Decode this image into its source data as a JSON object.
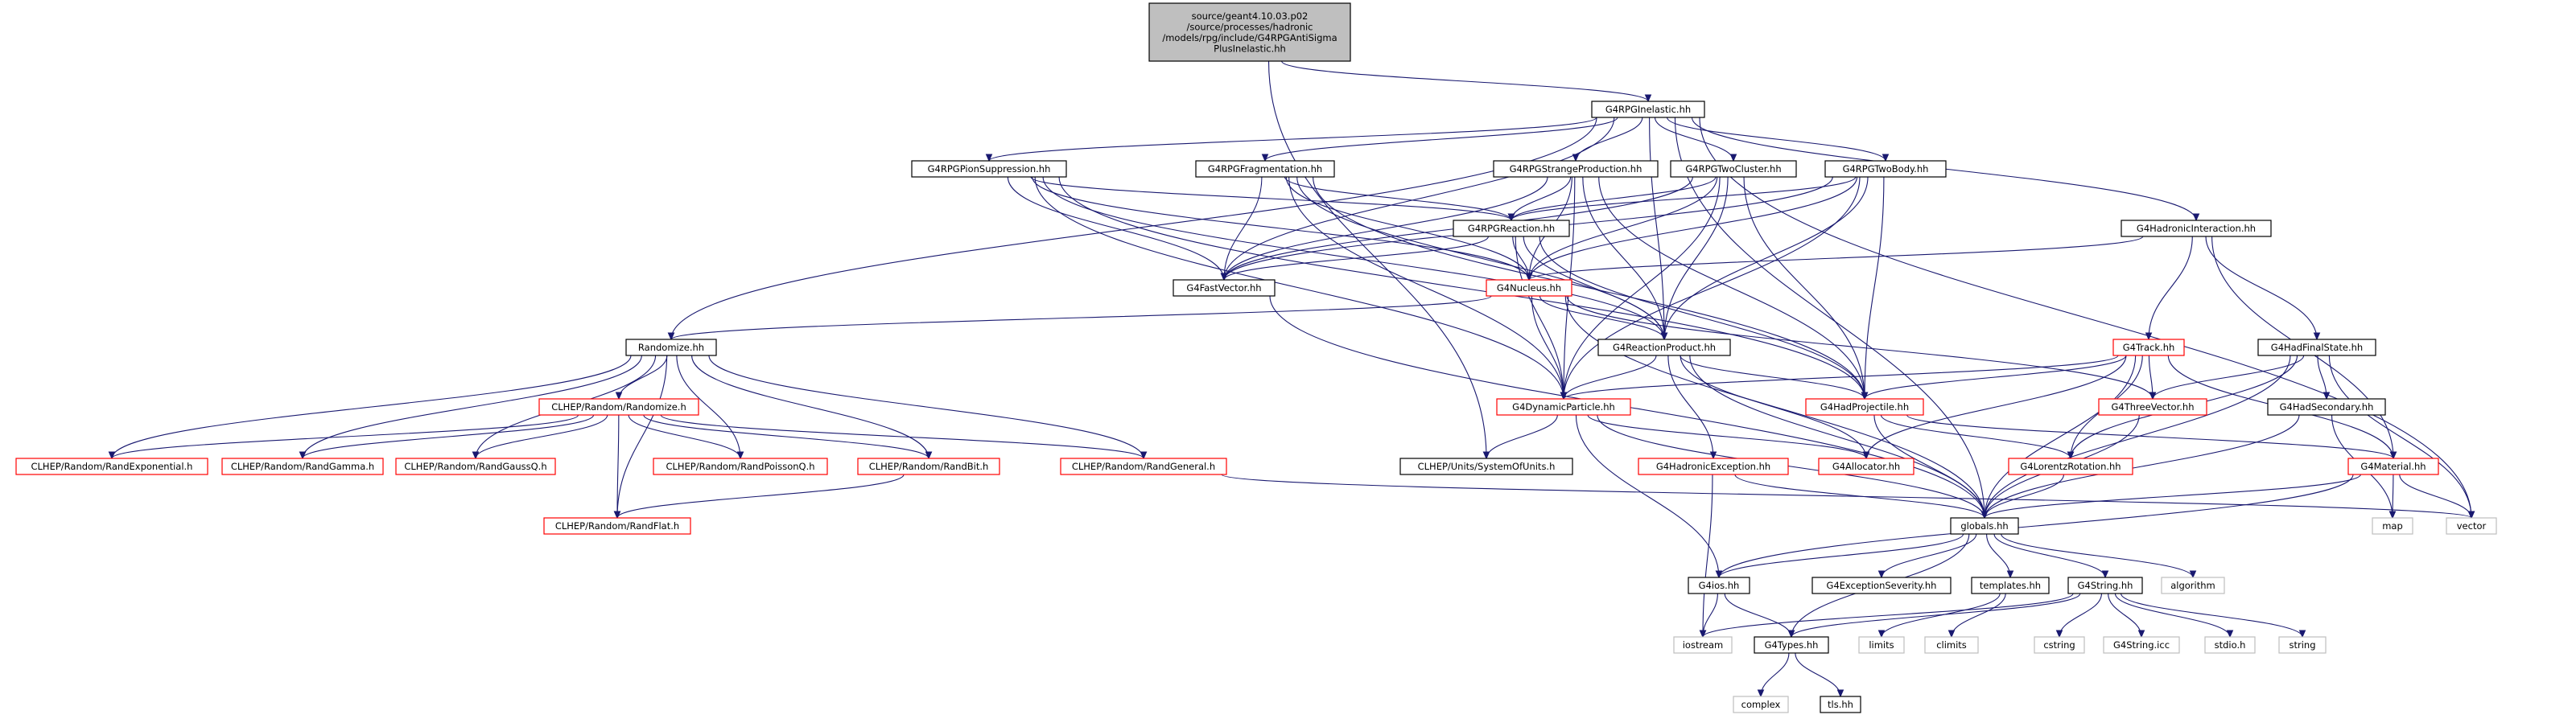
{
  "colors": {
    "edge": "#191970",
    "root_fill": "#bfbfbf",
    "default_border": "#000000",
    "documented_border": "#ff0000",
    "external_border": "#bfbfbf",
    "fill": "#ffffff"
  },
  "graph": {
    "nodes": [
      {
        "id": "root",
        "label": [
          "source/geant4.10.03.p02",
          "/source/processes/hadronic",
          "/models/rpg/include/G4RPGAntiSigma",
          "PlusInelastic.hh"
        ],
        "style": "root"
      },
      {
        "id": "inelastic",
        "label": [
          "G4RPGInelastic.hh"
        ],
        "style": "default"
      },
      {
        "id": "pionsupp",
        "label": [
          "G4RPGPionSuppression.hh"
        ],
        "style": "default"
      },
      {
        "id": "fragment",
        "label": [
          "G4RPGFragmentation.hh"
        ],
        "style": "default"
      },
      {
        "id": "strange",
        "label": [
          "G4RPGStrangeProduction.hh"
        ],
        "style": "default"
      },
      {
        "id": "twocluster",
        "label": [
          "G4RPGTwoCluster.hh"
        ],
        "style": "default"
      },
      {
        "id": "twobody",
        "label": [
          "G4RPGTwoBody.hh"
        ],
        "style": "default"
      },
      {
        "id": "reaction",
        "label": [
          "G4RPGReaction.hh"
        ],
        "style": "default"
      },
      {
        "id": "hadinter",
        "label": [
          "G4HadronicInteraction.hh"
        ],
        "style": "default"
      },
      {
        "id": "fastvector",
        "label": [
          "G4FastVector.hh"
        ],
        "style": "default"
      },
      {
        "id": "nucleus",
        "label": [
          "G4Nucleus.hh"
        ],
        "style": "red"
      },
      {
        "id": "randomize",
        "label": [
          "Randomize.hh"
        ],
        "style": "default"
      },
      {
        "id": "reactprod",
        "label": [
          "G4ReactionProduct.hh"
        ],
        "style": "default"
      },
      {
        "id": "track",
        "label": [
          "G4Track.hh"
        ],
        "style": "red"
      },
      {
        "id": "hadfinal",
        "label": [
          "G4HadFinalState.hh"
        ],
        "style": "default"
      },
      {
        "id": "clhepr",
        "label": [
          "CLHEP/Random/Randomize.h"
        ],
        "style": "red"
      },
      {
        "id": "dynpart",
        "label": [
          "G4DynamicParticle.hh"
        ],
        "style": "red"
      },
      {
        "id": "hadproj",
        "label": [
          "G4HadProjectile.hh"
        ],
        "style": "red"
      },
      {
        "id": "threevec",
        "label": [
          "G4ThreeVector.hh"
        ],
        "style": "red"
      },
      {
        "id": "hadsec",
        "label": [
          "G4HadSecondary.hh"
        ],
        "style": "default"
      },
      {
        "id": "randexp",
        "label": [
          "CLHEP/Random/RandExponential.h"
        ],
        "style": "red"
      },
      {
        "id": "randgamma",
        "label": [
          "CLHEP/Random/RandGamma.h"
        ],
        "style": "red"
      },
      {
        "id": "randgaussq",
        "label": [
          "CLHEP/Random/RandGaussQ.h"
        ],
        "style": "red"
      },
      {
        "id": "randpoisson",
        "label": [
          "CLHEP/Random/RandPoissonQ.h"
        ],
        "style": "red"
      },
      {
        "id": "randbit",
        "label": [
          "CLHEP/Random/RandBit.h"
        ],
        "style": "red"
      },
      {
        "id": "randgeneral",
        "label": [
          "CLHEP/Random/RandGeneral.h"
        ],
        "style": "red"
      },
      {
        "id": "sysunits",
        "label": [
          "CLHEP/Units/SystemOfUnits.h"
        ],
        "style": "default"
      },
      {
        "id": "hadexc",
        "label": [
          "G4HadronicException.hh"
        ],
        "style": "red"
      },
      {
        "id": "allocator",
        "label": [
          "G4Allocator.hh"
        ],
        "style": "red"
      },
      {
        "id": "lorentz",
        "label": [
          "G4LorentzRotation.hh"
        ],
        "style": "red"
      },
      {
        "id": "material",
        "label": [
          "G4Material.hh"
        ],
        "style": "red"
      },
      {
        "id": "randflat",
        "label": [
          "CLHEP/Random/RandFlat.h"
        ],
        "style": "red"
      },
      {
        "id": "globals",
        "label": [
          "globals.hh"
        ],
        "style": "default"
      },
      {
        "id": "map",
        "label": [
          "map"
        ],
        "style": "gray"
      },
      {
        "id": "vector",
        "label": [
          "vector"
        ],
        "style": "gray"
      },
      {
        "id": "g4ios",
        "label": [
          "G4ios.hh"
        ],
        "style": "default"
      },
      {
        "id": "excsev",
        "label": [
          "G4ExceptionSeverity.hh"
        ],
        "style": "default"
      },
      {
        "id": "templates",
        "label": [
          "templates.hh"
        ],
        "style": "default"
      },
      {
        "id": "g4string",
        "label": [
          "G4String.hh"
        ],
        "style": "default"
      },
      {
        "id": "algorithm",
        "label": [
          "algorithm"
        ],
        "style": "gray"
      },
      {
        "id": "iostream",
        "label": [
          "iostream"
        ],
        "style": "gray"
      },
      {
        "id": "g4types",
        "label": [
          "G4Types.hh"
        ],
        "style": "default"
      },
      {
        "id": "limits",
        "label": [
          "limits"
        ],
        "style": "gray"
      },
      {
        "id": "climits",
        "label": [
          "climits"
        ],
        "style": "gray"
      },
      {
        "id": "cstring",
        "label": [
          "cstring"
        ],
        "style": "gray"
      },
      {
        "id": "g4stringicc",
        "label": [
          "G4String.icc"
        ],
        "style": "gray"
      },
      {
        "id": "stdio",
        "label": [
          "stdio.h"
        ],
        "style": "gray"
      },
      {
        "id": "string",
        "label": [
          "string"
        ],
        "style": "gray"
      },
      {
        "id": "complex",
        "label": [
          "complex"
        ],
        "style": "gray"
      },
      {
        "id": "tlshh",
        "label": [
          "tls.hh"
        ],
        "style": "default"
      }
    ],
    "edges": [
      [
        "root",
        "inelastic"
      ],
      [
        "root",
        "sysunits"
      ],
      [
        "inelastic",
        "pionsupp"
      ],
      [
        "inelastic",
        "fragment"
      ],
      [
        "inelastic",
        "strange"
      ],
      [
        "inelastic",
        "twocluster"
      ],
      [
        "inelastic",
        "twobody"
      ],
      [
        "inelastic",
        "hadinter"
      ],
      [
        "inelastic",
        "fastvector"
      ],
      [
        "inelastic",
        "randomize"
      ],
      [
        "inelastic",
        "reactprod"
      ],
      [
        "inelastic",
        "globals"
      ],
      [
        "inelastic",
        "vector"
      ],
      [
        "pionsupp",
        "reaction"
      ],
      [
        "pionsupp",
        "fastvector"
      ],
      [
        "pionsupp",
        "nucleus"
      ],
      [
        "pionsupp",
        "reactprod"
      ],
      [
        "pionsupp",
        "dynpart"
      ],
      [
        "pionsupp",
        "hadproj"
      ],
      [
        "fragment",
        "reaction"
      ],
      [
        "fragment",
        "fastvector"
      ],
      [
        "fragment",
        "nucleus"
      ],
      [
        "fragment",
        "reactprod"
      ],
      [
        "fragment",
        "dynpart"
      ],
      [
        "fragment",
        "hadproj"
      ],
      [
        "strange",
        "reaction"
      ],
      [
        "strange",
        "fastvector"
      ],
      [
        "strange",
        "nucleus"
      ],
      [
        "strange",
        "reactprod"
      ],
      [
        "strange",
        "dynpart"
      ],
      [
        "strange",
        "hadproj"
      ],
      [
        "twocluster",
        "reaction"
      ],
      [
        "twocluster",
        "fastvector"
      ],
      [
        "twocluster",
        "nucleus"
      ],
      [
        "twocluster",
        "reactprod"
      ],
      [
        "twocluster",
        "dynpart"
      ],
      [
        "twocluster",
        "hadproj"
      ],
      [
        "twobody",
        "reaction"
      ],
      [
        "twobody",
        "fastvector"
      ],
      [
        "twobody",
        "nucleus"
      ],
      [
        "twobody",
        "reactprod"
      ],
      [
        "twobody",
        "dynpart"
      ],
      [
        "twobody",
        "hadproj"
      ],
      [
        "reaction",
        "fastvector"
      ],
      [
        "reaction",
        "nucleus"
      ],
      [
        "reaction",
        "reactprod"
      ],
      [
        "reaction",
        "dynpart"
      ],
      [
        "reaction",
        "hadproj"
      ],
      [
        "hadinter",
        "nucleus"
      ],
      [
        "hadinter",
        "track"
      ],
      [
        "hadinter",
        "hadfinal"
      ],
      [
        "hadinter",
        "material"
      ],
      [
        "fastvector",
        "globals"
      ],
      [
        "nucleus",
        "randomize"
      ],
      [
        "nucleus",
        "reactprod"
      ],
      [
        "nucleus",
        "dynpart"
      ],
      [
        "nucleus",
        "threevec"
      ],
      [
        "nucleus",
        "globals"
      ],
      [
        "randomize",
        "clhepr"
      ],
      [
        "randomize",
        "randexp"
      ],
      [
        "randomize",
        "randgamma"
      ],
      [
        "randomize",
        "randgaussq"
      ],
      [
        "randomize",
        "randpoisson"
      ],
      [
        "randomize",
        "randbit"
      ],
      [
        "randomize",
        "randgeneral"
      ],
      [
        "randomize",
        "randflat"
      ],
      [
        "clhepr",
        "randexp"
      ],
      [
        "clhepr",
        "randgamma"
      ],
      [
        "clhepr",
        "randgaussq"
      ],
      [
        "clhepr",
        "randpoisson"
      ],
      [
        "clhepr",
        "randbit"
      ],
      [
        "clhepr",
        "randgeneral"
      ],
      [
        "clhepr",
        "randflat"
      ],
      [
        "randbit",
        "randflat"
      ],
      [
        "randgeneral",
        "vector"
      ],
      [
        "reactprod",
        "dynpart"
      ],
      [
        "reactprod",
        "hadproj"
      ],
      [
        "reactprod",
        "hadexc"
      ],
      [
        "reactprod",
        "allocator"
      ],
      [
        "reactprod",
        "globals"
      ],
      [
        "track",
        "dynpart"
      ],
      [
        "track",
        "hadproj"
      ],
      [
        "track",
        "threevec"
      ],
      [
        "track",
        "allocator"
      ],
      [
        "track",
        "lorentz"
      ],
      [
        "track",
        "material"
      ],
      [
        "track",
        "globals"
      ],
      [
        "hadfinal",
        "threevec"
      ],
      [
        "hadfinal",
        "hadsec"
      ],
      [
        "hadfinal",
        "lorentz"
      ],
      [
        "hadfinal",
        "globals"
      ],
      [
        "hadfinal",
        "vector"
      ],
      [
        "hadsec",
        "globals"
      ],
      [
        "hadsec",
        "map"
      ],
      [
        "dynpart",
        "sysunits"
      ],
      [
        "dynpart",
        "allocator"
      ],
      [
        "dynpart",
        "g4ios"
      ],
      [
        "dynpart",
        "globals"
      ],
      [
        "hadproj",
        "lorentz"
      ],
      [
        "hadproj",
        "material"
      ],
      [
        "hadproj",
        "globals"
      ],
      [
        "threevec",
        "globals"
      ],
      [
        "hadexc",
        "globals"
      ],
      [
        "hadexc",
        "iostream"
      ],
      [
        "lorentz",
        "globals"
      ],
      [
        "material",
        "globals"
      ],
      [
        "material",
        "g4ios"
      ],
      [
        "material",
        "map"
      ],
      [
        "material",
        "vector"
      ],
      [
        "globals",
        "g4ios"
      ],
      [
        "globals",
        "excsev"
      ],
      [
        "globals",
        "templates"
      ],
      [
        "globals",
        "g4string"
      ],
      [
        "globals",
        "algorithm"
      ],
      [
        "globals",
        "g4types"
      ],
      [
        "g4ios",
        "iostream"
      ],
      [
        "g4ios",
        "g4types"
      ],
      [
        "templates",
        "limits"
      ],
      [
        "templates",
        "climits"
      ],
      [
        "g4string",
        "iostream"
      ],
      [
        "g4string",
        "g4types"
      ],
      [
        "g4string",
        "cstring"
      ],
      [
        "g4string",
        "g4stringicc"
      ],
      [
        "g4string",
        "stdio"
      ],
      [
        "g4string",
        "string"
      ],
      [
        "g4types",
        "complex"
      ],
      [
        "g4types",
        "tlshh"
      ]
    ]
  }
}
